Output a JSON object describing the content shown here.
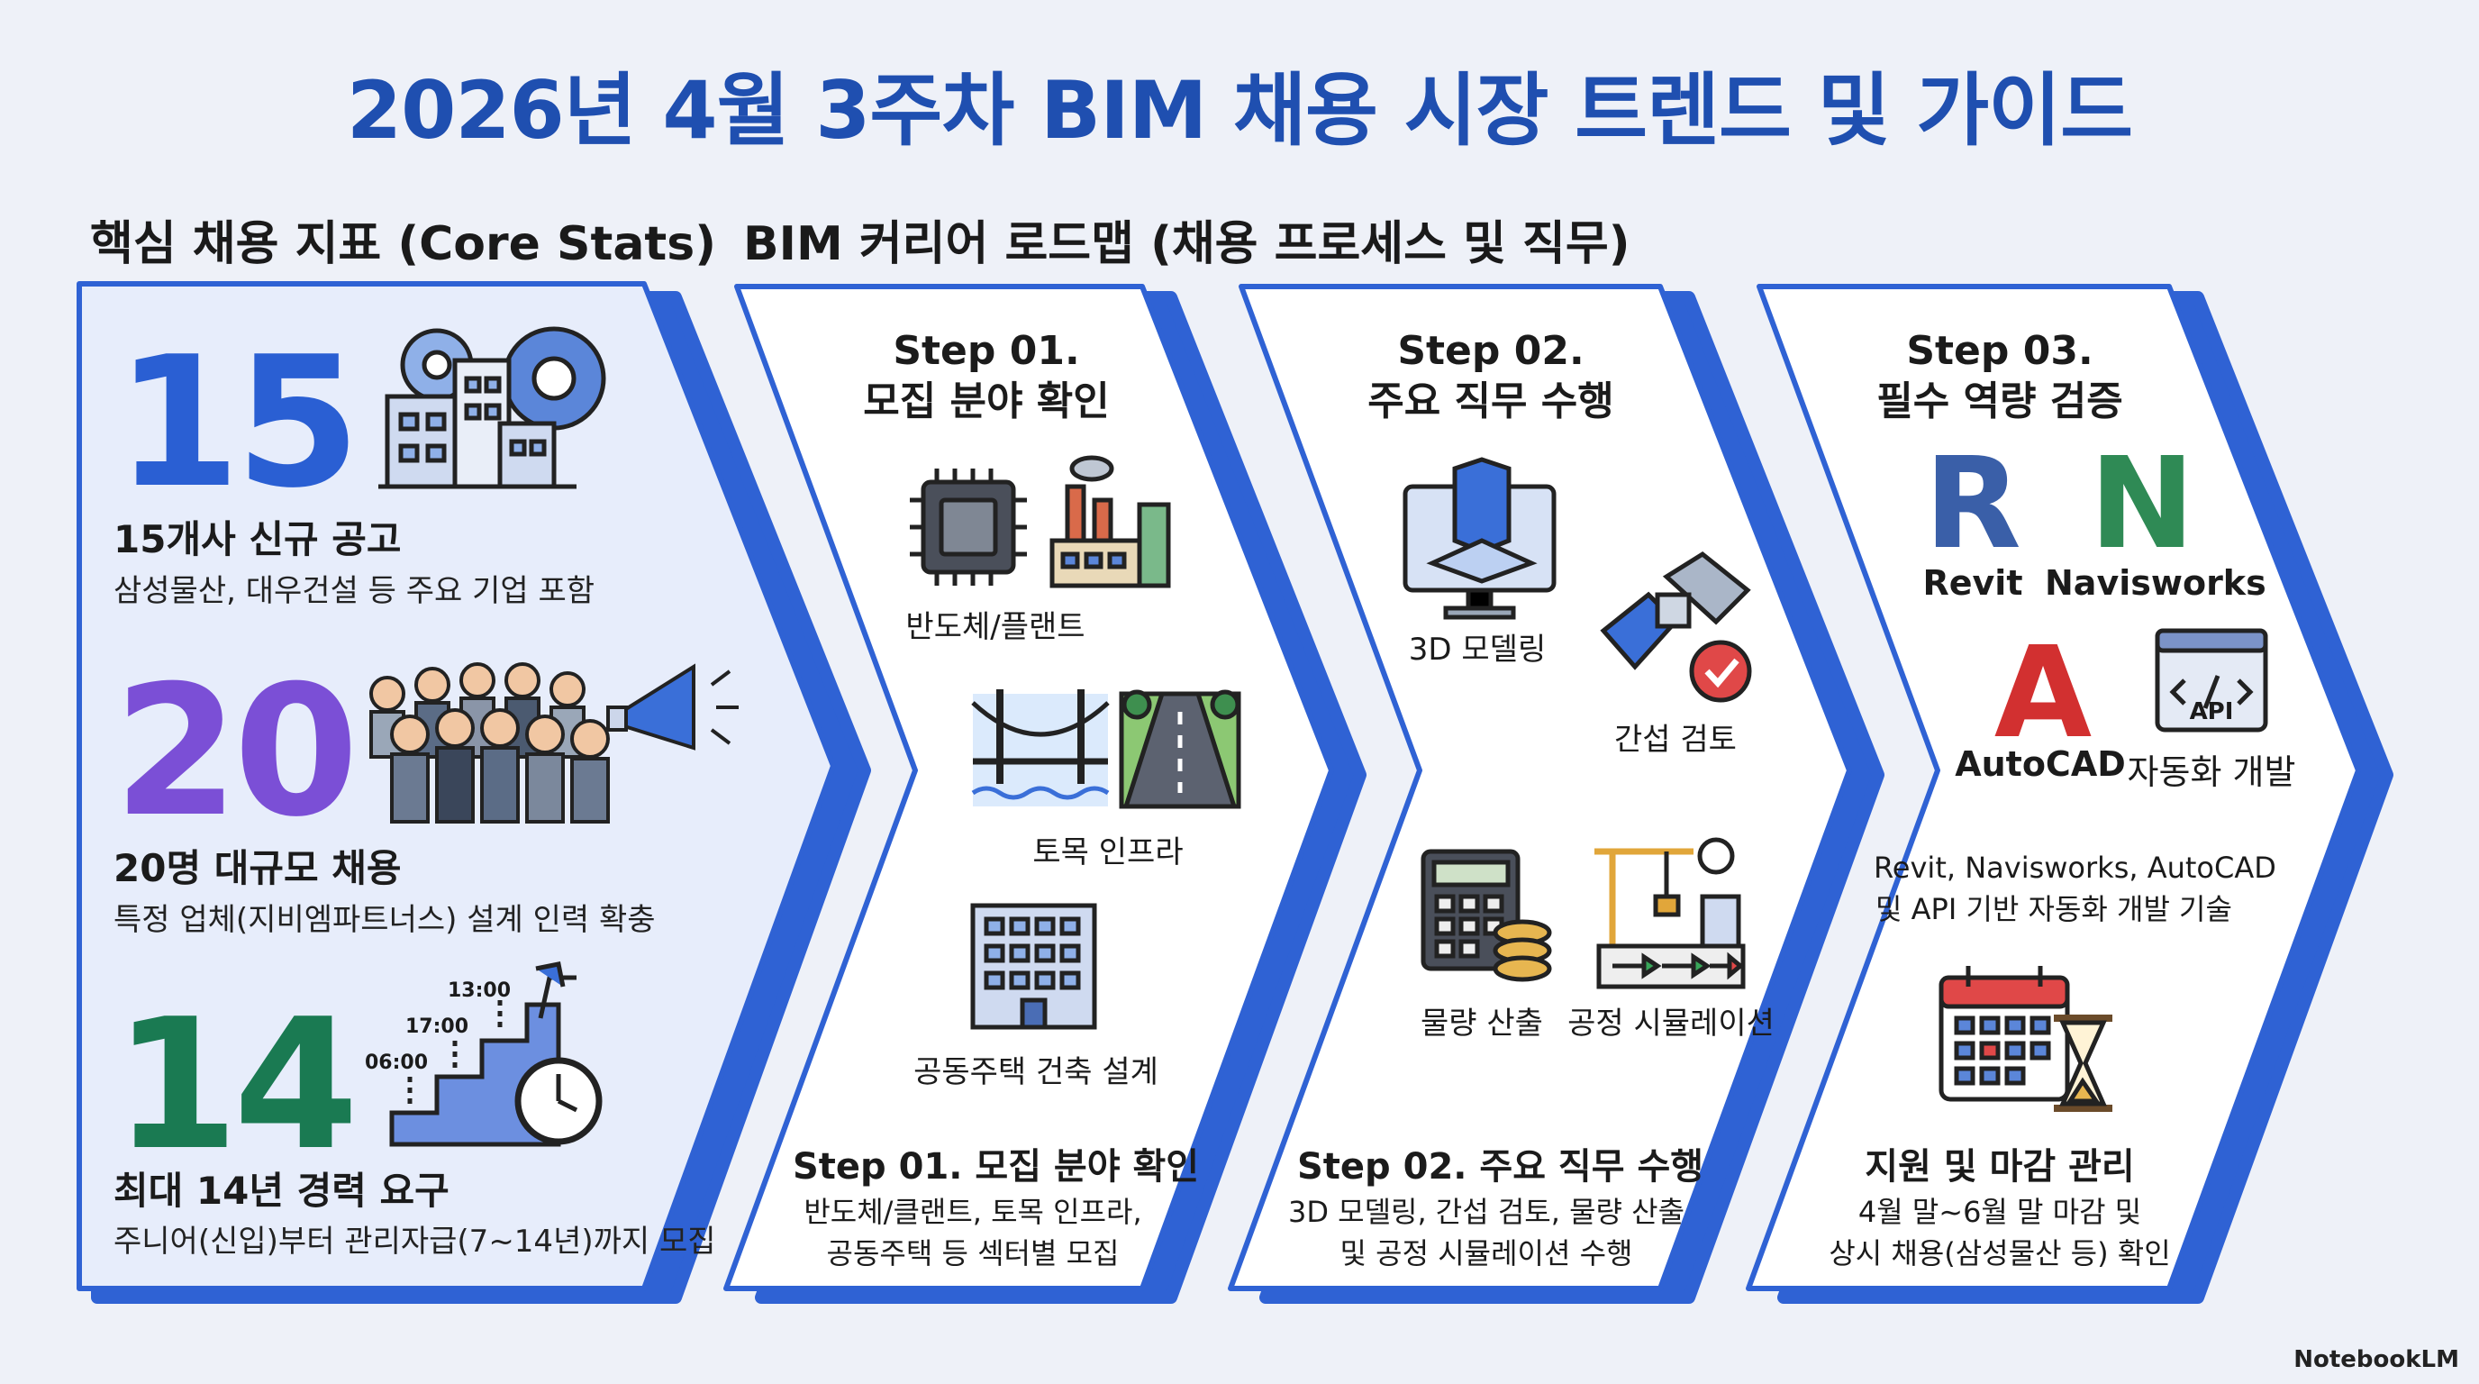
{
  "title": "2026년 4월 3주차 BIM 채용 시장 트렌드 및 가이드",
  "sections": {
    "core_stats": "핵심 채용 지표 (Core Stats)",
    "roadmap": "BIM 커리어 로드맵 (채용 프로세스 및 직무)"
  },
  "stats": [
    {
      "number": "15",
      "heading": "15개사 신규 공고",
      "sub": "삼성물산, 대우건설 등 주요 기업 포함",
      "color": "#2a5fd3",
      "icon": "buildings-gears-icon"
    },
    {
      "number": "20",
      "heading": "20명 대규모 채용",
      "sub": "특정 업체(지비엠파트너스) 설계 인력 확충",
      "color": "#7b4fd6",
      "icon": "crowd-megaphone-icon"
    },
    {
      "number": "14",
      "heading": "최대 14년 경력 요구",
      "sub": "주니어(신입)부터 관리자급(7~14년)까지 모집",
      "color": "#1a7a52",
      "icon": "career-stairs-clock-icon"
    }
  ],
  "timeline_labels": [
    "13:00",
    "17:00",
    "06:00"
  ],
  "steps": [
    {
      "title_line1": "Step 01.",
      "title_line2": "모집 분야 확인",
      "items": [
        "반도체/플랜트",
        "토목 인프라",
        "공동주택 건축 설계"
      ],
      "footer_title": "Step 01. 모집 분야 확인",
      "footer_line1": "반도체/클랜트, 토목 인프라,",
      "footer_line2": "공동주택 등 섹터별 모집"
    },
    {
      "title_line1": "Step 02.",
      "title_line2": "주요 직무 수행",
      "items": [
        "3D 모델링",
        "간섭 검토",
        "물량 산출",
        "공정 시뮬레이션"
      ],
      "footer_title": "Step 02. 주요 직무 수행",
      "footer_line1": "3D 모델링, 간섭 검토, 물량 산출",
      "footer_line2": "및 공정 시뮬레이션 수행"
    },
    {
      "title_line1": "Step 03.",
      "title_line2": "필수 역량 검증",
      "items": [
        "Revit",
        "Navisworks",
        "AutoCAD",
        "자동화 개발"
      ],
      "api_label": "API",
      "desc_line1": "Revit, Navisworks, AutoCAD",
      "desc_line2": "및 API 기반 자동화 개발 기술",
      "footer_title": "지원 및 마감 관리",
      "footer_line1": "4월 말~6월 말 마감 및",
      "footer_line2": "상시 채용(삼성물산 등) 확인"
    }
  ],
  "watermark": "NotebookLM",
  "colors": {
    "accent": "#2f62d4",
    "title": "#1f4fb0",
    "panel_fill": "#e7edfb"
  }
}
